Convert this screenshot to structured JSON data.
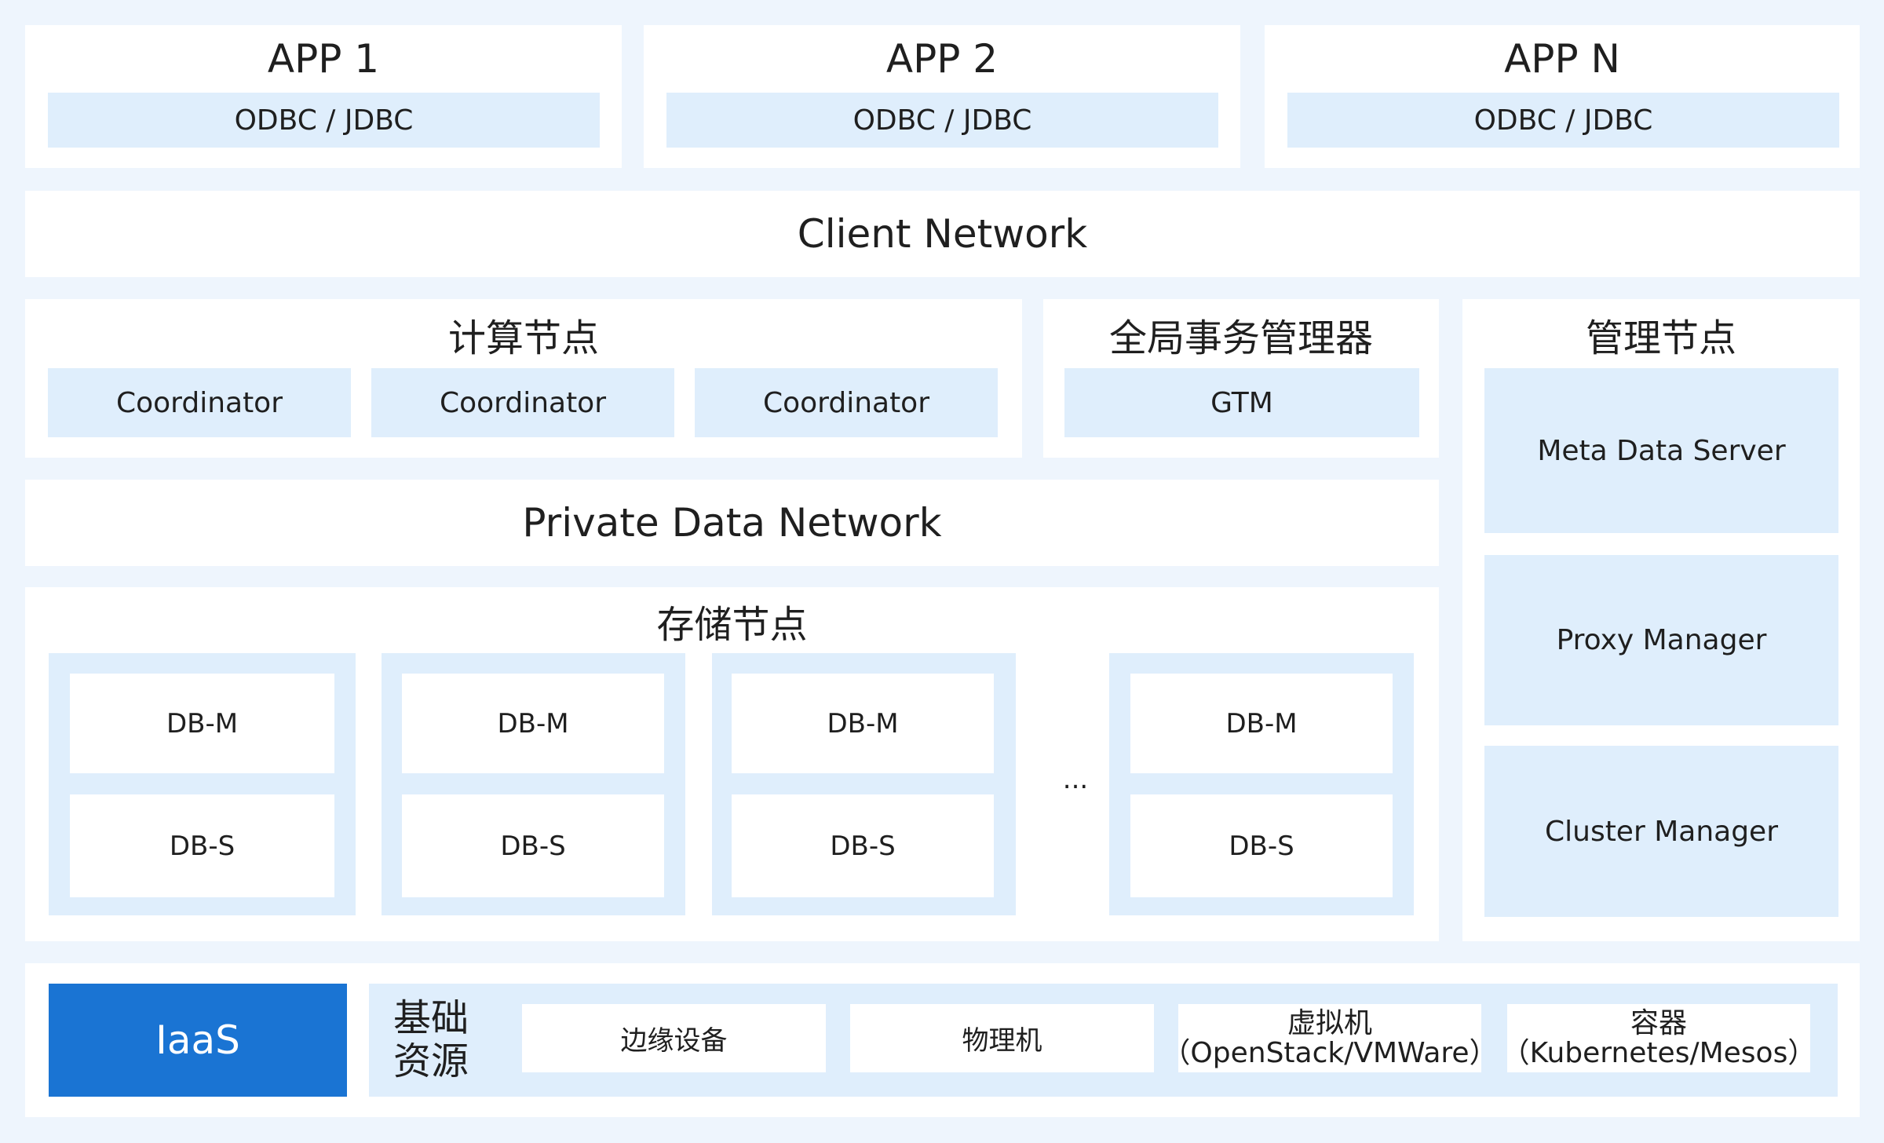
{
  "apps": [
    {
      "title": "APP 1",
      "driver": "ODBC / JDBC"
    },
    {
      "title": "APP 2",
      "driver": "ODBC / JDBC"
    },
    {
      "title": "APP N",
      "driver": "ODBC / JDBC"
    }
  ],
  "client_network": "Client Network",
  "compute": {
    "title": "计算节点",
    "coordinators": [
      "Coordinator",
      "Coordinator",
      "Coordinator"
    ]
  },
  "gtm": {
    "title": "全局事务管理器",
    "label": "GTM"
  },
  "management": {
    "title": "管理节点",
    "items": [
      "Meta Data Server",
      "Proxy Manager",
      "Cluster Manager"
    ]
  },
  "private_network": "Private Data Network",
  "storage": {
    "title": "存储节点",
    "groups": [
      {
        "master": "DB-M",
        "slave": "DB-S"
      },
      {
        "master": "DB-M",
        "slave": "DB-S"
      },
      {
        "master": "DB-M",
        "slave": "DB-S"
      },
      {
        "master": "DB-M",
        "slave": "DB-S"
      }
    ],
    "ellipsis": "..."
  },
  "infra": {
    "iaas": "IaaS",
    "label_line1": "基础",
    "label_line2": "资源",
    "items": [
      {
        "line1": "边缘设备",
        "line2": ""
      },
      {
        "line1": "物理机",
        "line2": ""
      },
      {
        "line1": "虚拟机",
        "line2": "（OpenStack/VMWare）"
      },
      {
        "line1": "容器",
        "line2": "（Kubernetes/Mesos）"
      }
    ]
  },
  "colors": {
    "background": "#eef5fd",
    "panel": "#ffffff",
    "box": "#dfeefc",
    "accent": "#1a74d3"
  }
}
